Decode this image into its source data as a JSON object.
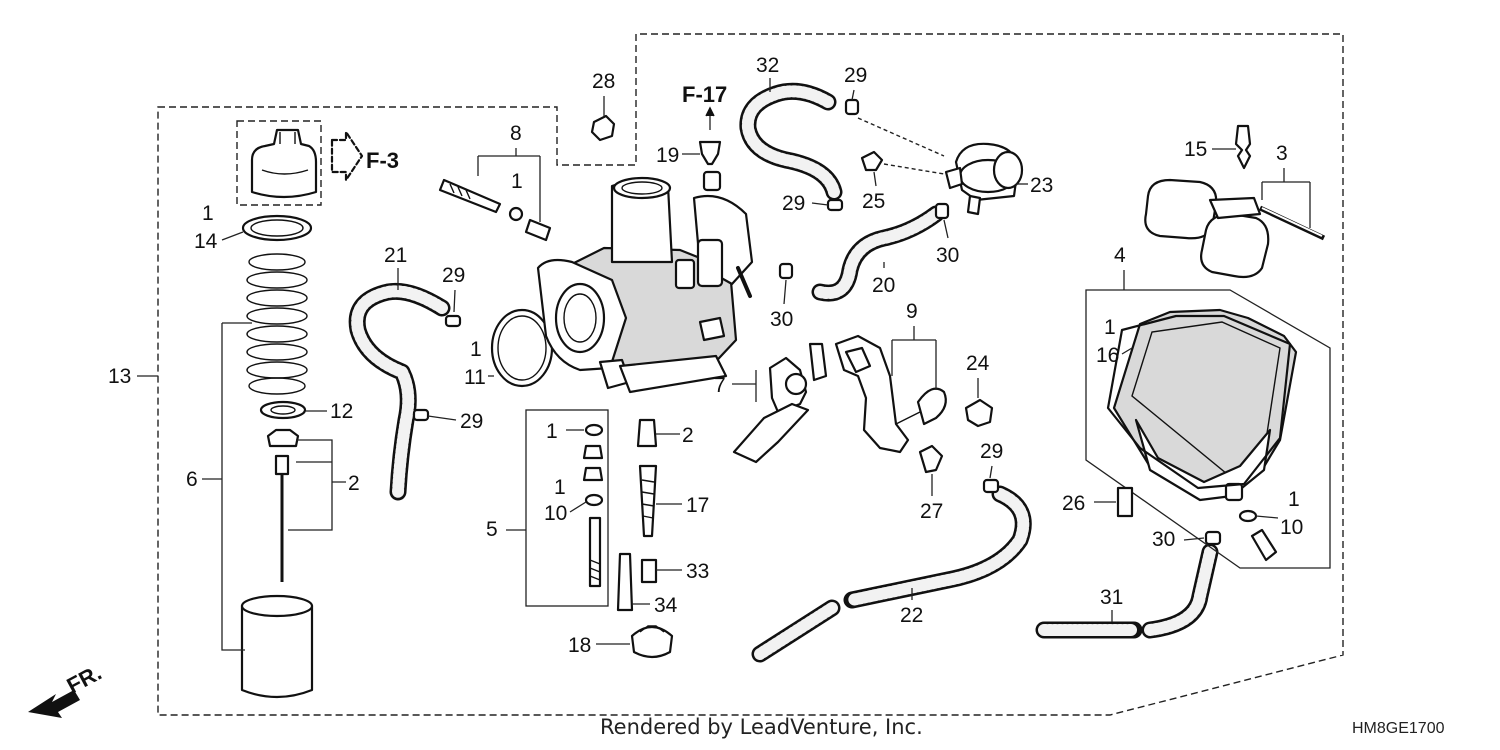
{
  "diagram": {
    "references": [
      "F-3",
      "F-17"
    ],
    "callouts": {
      "c1a": "1",
      "c14": "14",
      "c13": "13",
      "c6": "6",
      "c12": "12",
      "c2a": "2",
      "c8": "8",
      "c1b": "1",
      "c21": "21",
      "c29a": "29",
      "c1c": "1",
      "c11": "11",
      "c29b": "29",
      "c28": "28",
      "c19": "19",
      "c32": "32",
      "c29c": "29",
      "c25": "25",
      "c29d": "29",
      "c23": "23",
      "c20": "20",
      "c30a": "30",
      "c30b": "30",
      "c15": "15",
      "c3": "3",
      "c4": "4",
      "c1d": "1",
      "c16": "16",
      "c9": "9",
      "c7": "7",
      "c24": "24",
      "c29e": "29",
      "c27": "27",
      "c1e": "1",
      "c2b": "2",
      "c1f": "1",
      "c10a": "10",
      "c5": "5",
      "c17": "17",
      "c33": "33",
      "c34": "34",
      "c18": "18",
      "c22": "22",
      "c26": "26",
      "c30c": "30",
      "c1g": "1",
      "c10b": "10",
      "c31": "31"
    },
    "front_marker": "FR.",
    "footer_text": "Rendered by LeadVenture, Inc.",
    "diagram_code": "HM8GE1700"
  }
}
